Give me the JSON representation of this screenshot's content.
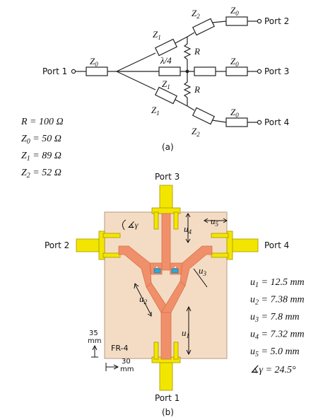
{
  "schematic": {
    "ports": {
      "p1": "Port 1",
      "p2": "Port 2",
      "p3": "Port 3",
      "p4": "Port 4"
    },
    "labels": {
      "z0": "Z",
      "z0_sub": "0",
      "z1": "Z",
      "z1_sub": "1",
      "z2": "Z",
      "z2_sub": "2",
      "r": "R",
      "lambda": "λ/4"
    },
    "caption": "(a)"
  },
  "values": {
    "r": "R = 100 Ω",
    "z0_lhs": "Z",
    "z0_sub": "0",
    "z0_rhs": " = 50 Ω",
    "z1_lhs": "Z",
    "z1_sub": "1",
    "z1_rhs": " = 89 Ω",
    "z2_lhs": "Z",
    "z2_sub": "2",
    "z2_rhs": " = 52 Ω"
  },
  "layout_view": {
    "ports": {
      "p1": "Port 1",
      "p2": "Port 2",
      "p3": "Port 3",
      "p4": "Port 4"
    },
    "substrate": "FR-4",
    "dims": {
      "height_value": "35",
      "height_unit": "mm",
      "width_value": "30",
      "width_unit": "mm"
    },
    "dim_labels": {
      "u1": "u",
      "u1_sub": "1",
      "u2": "u",
      "u2_sub": "2",
      "u3": "u",
      "u3_sub": "3",
      "u4": "u",
      "u4_sub": "4",
      "u5": "u",
      "u5_sub": "5",
      "gamma": "∡γ"
    },
    "params": [
      {
        "sym": "u",
        "sub": "1",
        "value": " = 12.5 mm"
      },
      {
        "sym": "u",
        "sub": "2",
        "value": " = 7.38 mm"
      },
      {
        "sym": "u",
        "sub": "3",
        "value": " = 7.8 mm"
      },
      {
        "sym": "u",
        "sub": "4",
        "value": " = 7.32 mm"
      },
      {
        "sym": "u",
        "sub": "5",
        "value": " = 5.0 mm"
      }
    ],
    "gamma_value": "∡γ = 24.5°",
    "caption": "(b)"
  },
  "colors": {
    "substrate": "#f4dcc4",
    "substrate_edge": "#b89a80",
    "trace": "#f0906a",
    "trace_dark": "#d8704c",
    "connector": "#f2e600",
    "connector_dark": "#c8b400",
    "resistor": "#2fa8d8"
  }
}
